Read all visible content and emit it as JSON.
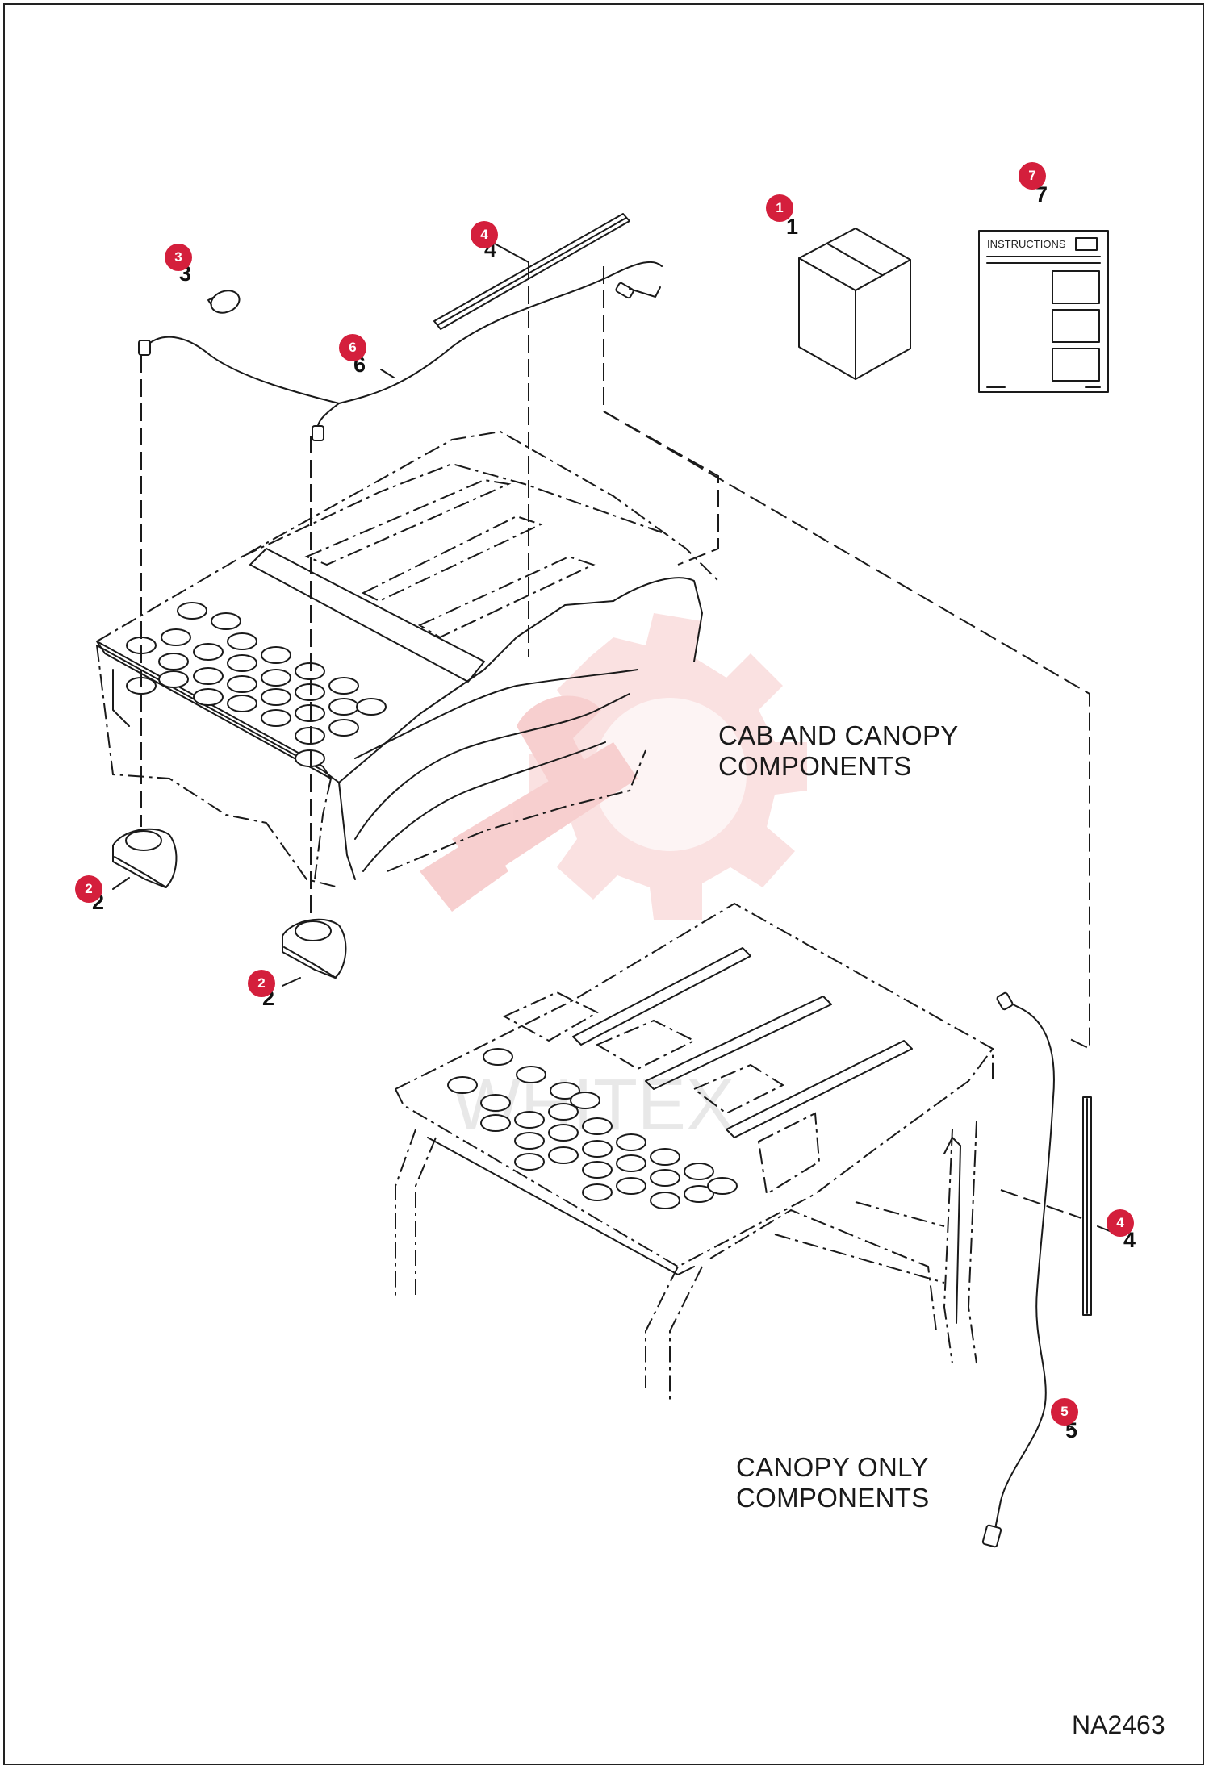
{
  "colors": {
    "callout": "#d41f3c",
    "line": "#1a1a1a",
    "watermark": "#f4b8b8"
  },
  "labels": {
    "cab_and_canopy_line1": "CAB AND CANOPY",
    "cab_and_canopy_line2": "COMPONENTS",
    "canopy_only_line1": "CANOPY ONLY",
    "canopy_only_line2": "COMPONENTS",
    "figure_ref": "NA2463",
    "instructions": "INSTRUCTIONS",
    "watermark_text": "WHITEX"
  },
  "callouts": {
    "kit_box": "1",
    "instructions_sheet": "7",
    "seal_strip_top": "4",
    "clip": "3",
    "harness_cab": "6",
    "horn_left": "2",
    "horn_right": "2",
    "seal_strip_canopy": "4",
    "harness_canopy": "5"
  },
  "part_numbers": {
    "kit_box": "1",
    "instructions_sheet": "7",
    "seal_strip_top": "4",
    "clip": "3",
    "harness_cab": "6",
    "horn_left": "2",
    "horn_right": "2",
    "seal_strip_canopy": "4",
    "harness_canopy": "5"
  },
  "icons": {
    "watermark": "gear-wrench-logo-icon",
    "horn": "horn-icon",
    "kit_box": "box-icon",
    "instructions_sheet": "document-icon"
  }
}
